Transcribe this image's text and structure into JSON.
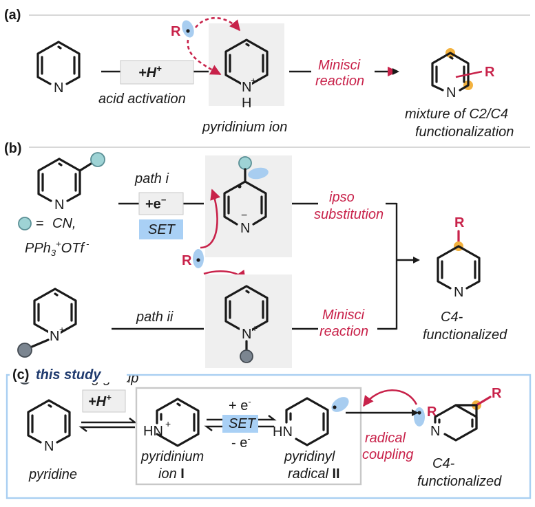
{
  "panel_a": {
    "label": "(a)",
    "reagent": "+H",
    "reagent_sup": "+",
    "activation": "acid activation",
    "r_group": "R",
    "n_atom": "N",
    "nh_atom": "N",
    "h_atom": "H",
    "plus": "+",
    "intermediate": "pyridinium ion",
    "reaction_line1": "Minisci",
    "reaction_line2": "reaction",
    "product_r": "R",
    "result_line1": "mixture of C2/C4",
    "result_line2": "functionalization"
  },
  "panel_b": {
    "label": "(b)",
    "path_i": "path i",
    "reagent": "+e",
    "reagent_sup": "−",
    "set": "SET",
    "circle_def_eq": "=",
    "circle_def_1": "CN,",
    "circle_def_2a": "PPh",
    "circle_def_2sub": "3",
    "circle_def_2sup": "+",
    "circle_def_2b": "OTf",
    "circle_def_2sup2": "-",
    "path_ii": "path ii",
    "blocking": "= blocking group",
    "r_group": "R",
    "ipso_1": "ipso",
    "ipso_2": "substitution",
    "minisci_1": "Minisci",
    "minisci_2": "reaction",
    "product_r": "R",
    "product_1": "C4-",
    "product_2": "functionalized",
    "n_atom": "N",
    "minus": "−",
    "plus": "+"
  },
  "panel_c": {
    "label": "(c)",
    "title": "this study",
    "reagent": "+H",
    "reagent_sup": "+",
    "hn": "HN",
    "plus": "+",
    "plus_e": "+ e",
    "minus_e": "- e",
    "e_sup": "-",
    "set": "SET",
    "pyridine": "pyridine",
    "ion_1": "pyridinium",
    "ion_2": "ion ",
    "ion_num": "I",
    "radical_1": "pyridinyl",
    "radical_2": "radical ",
    "radical_num": "II",
    "r_group": "R",
    "coupling_1": "radical",
    "coupling_2": "coupling",
    "product_r": "R",
    "product_1": "C4-",
    "product_2": "functionalized",
    "n_atom": "N"
  },
  "colors": {
    "accent_red": "#c8224a",
    "navy": "#1f3a6e",
    "teal_circle": "#9ed3d5",
    "gray_circle": "#7b8590",
    "orange_dot": "#f3b23f",
    "orbital_blue": "#a8cdf0",
    "set_box": "#a9d0f5",
    "panel_bg": "#efefef",
    "frame_blue": "#a9cff2"
  }
}
